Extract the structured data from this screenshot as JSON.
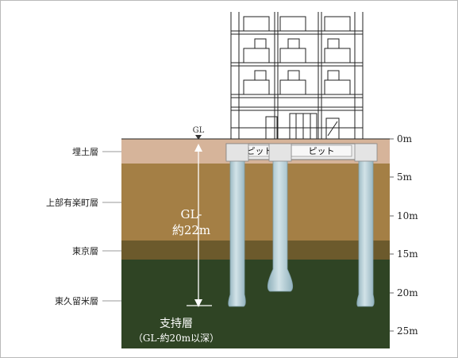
{
  "layers": [
    {
      "name": "埋土層",
      "color": "#d6b49a"
    },
    {
      "name": "上部有楽町層",
      "color": "#a47f45"
    },
    {
      "name": "東京層",
      "color": "#6c5a2c"
    },
    {
      "name": "東久留米層",
      "color": "#2f4424"
    }
  ],
  "depth_ticks": [
    "0m",
    "5m",
    "10m",
    "15m",
    "20m",
    "25m"
  ],
  "gl_label": "GL",
  "measure": {
    "line1": "GL-",
    "line2": "約22m"
  },
  "pits": [
    "ピット",
    "ピット"
  ],
  "bearing": {
    "title": "支持層",
    "subtitle": "（GL-約20m以深）"
  },
  "colors": {
    "pile": "#a9c4cd",
    "building_line": "#222222",
    "arrow": "#ffffff"
  }
}
